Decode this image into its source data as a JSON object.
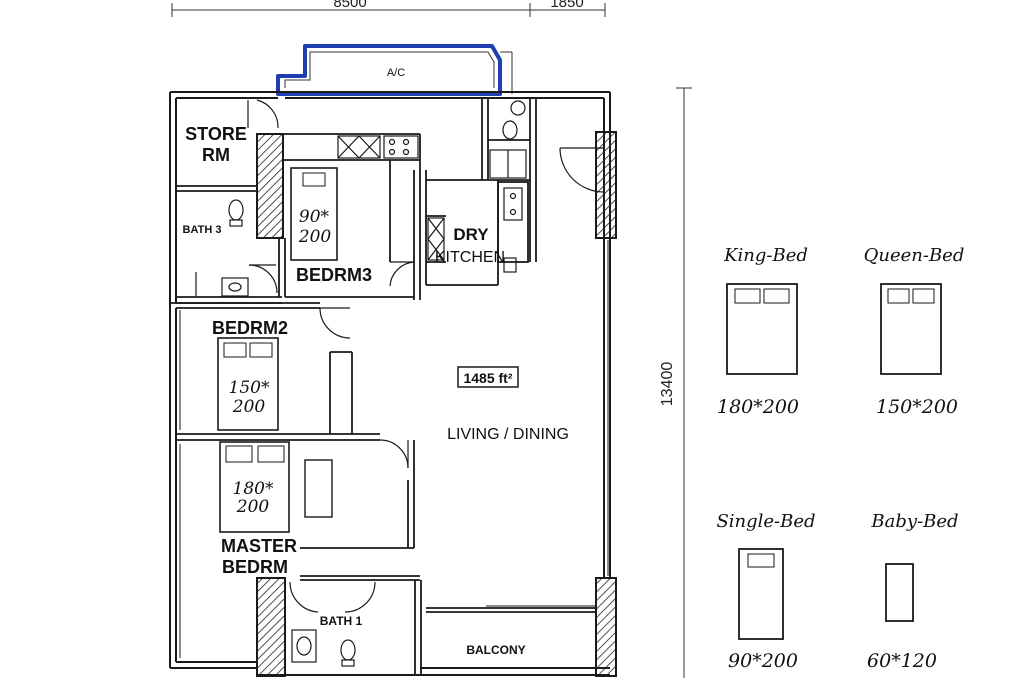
{
  "dimensions": {
    "top_left": "8500",
    "top_right": "1850",
    "right": "13400"
  },
  "rooms": {
    "ac": "A/C",
    "store_line1": "STORE",
    "store_line2": "RM",
    "bath3": "BATH 3",
    "dry": "DRY",
    "kitchen": "KITCHEN",
    "bedrm3": "BEDRM3",
    "bedrm2": "BEDRM2",
    "area": "1485 ft²",
    "living": "LIVING / DINING",
    "master_line1": "MASTER",
    "master_line2": "BEDRM",
    "bath1": "BATH 1",
    "balcony": "BALCONY"
  },
  "plan_beds": {
    "bed3_w": "90*",
    "bed3_l": "200",
    "bed2_w": "150*",
    "bed2_l": "200",
    "master_w": "180*",
    "master_l": "200"
  },
  "legend": [
    {
      "name": "King-Bed",
      "size": "180*200"
    },
    {
      "name": "Queen-Bed",
      "size": "150*200"
    },
    {
      "name": "Single-Bed",
      "size": "90*200"
    },
    {
      "name": "Baby-Bed",
      "size": "60*120"
    }
  ],
  "colors": {
    "ac_outline": "#1f3fb0",
    "line": "#1a1a1a"
  }
}
